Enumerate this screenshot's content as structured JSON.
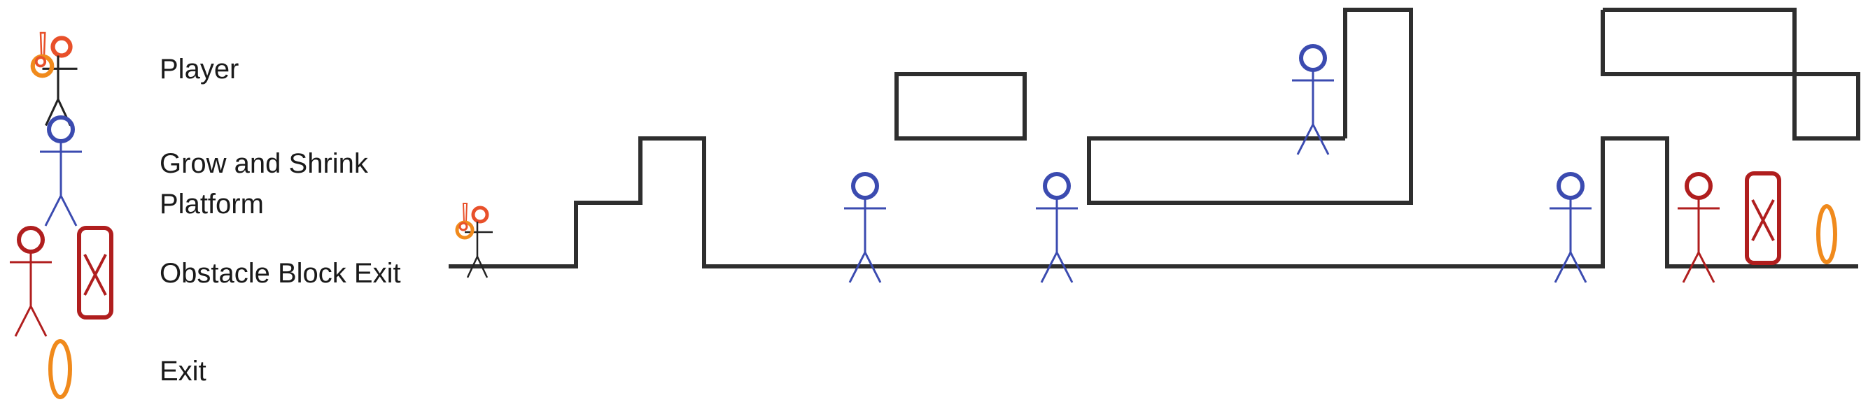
{
  "legend": {
    "player_label": "Player",
    "grow_shrink_label": "Grow and Shrink Platform",
    "obstacle_label": "Obstacle Block Exit",
    "exit_label": "Exit"
  },
  "colors": {
    "wall": "#2e2e2e",
    "player_body": "#222222",
    "player_accent": "#e8502a",
    "player_orange": "#f08a1c",
    "grow_figure": "#3b4bb0",
    "obstacle": "#b01e1e",
    "exit": "#f08a1c"
  },
  "icons": [
    "player-icon",
    "grow-shrink-platform-icon",
    "obstacle-figure-icon",
    "obstacle-block-icon",
    "exit-portal-icon"
  ]
}
